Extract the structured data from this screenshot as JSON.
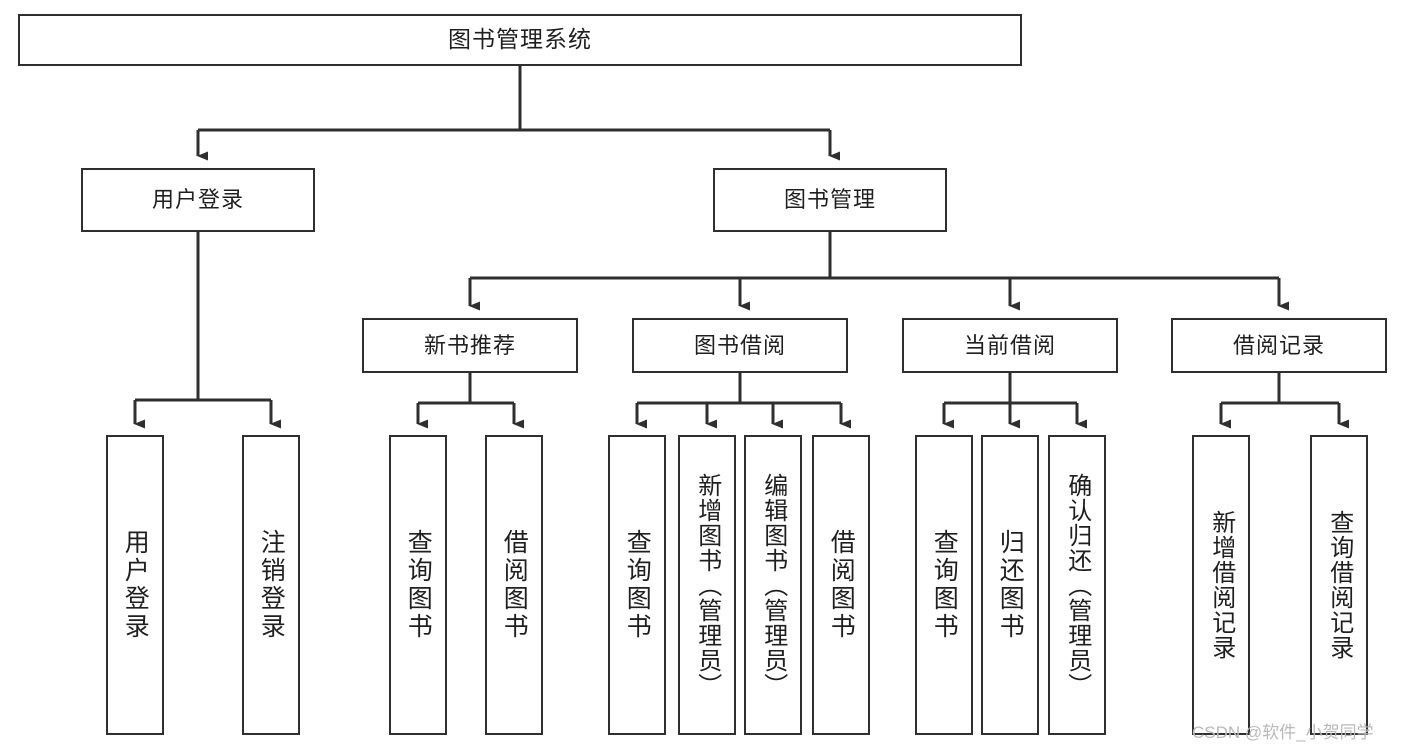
{
  "diagram": {
    "title": "图书管理系统",
    "type": "tree",
    "background_color": "#ffffff",
    "line_color": "#2f2f2f",
    "box_border_color": "#2f2f2f",
    "text_color": "#1f1f1f"
  },
  "root": {
    "label": "图书管理系统"
  },
  "level1": [
    {
      "label": "用户登录"
    },
    {
      "label": "图书管理"
    }
  ],
  "level2": [
    {
      "label": "新书推荐"
    },
    {
      "label": "图书借阅"
    },
    {
      "label": "当前借阅"
    },
    {
      "label": "借阅记录"
    }
  ],
  "leaves": {
    "user_login": [
      {
        "label": "用户登录"
      },
      {
        "label": "注销登录"
      }
    ],
    "new_book_recommend": [
      {
        "label": "查询图书"
      },
      {
        "label": "借阅图书"
      }
    ],
    "book_borrow": [
      {
        "label": "查询图书"
      },
      {
        "label": "新增图书（管理员）"
      },
      {
        "label": "编辑图书（管理员）"
      },
      {
        "label": "借阅图书"
      }
    ],
    "current_borrow": [
      {
        "label": "查询图书"
      },
      {
        "label": "归还图书"
      },
      {
        "label": "确认归还（管理员）"
      }
    ],
    "borrow_record": [
      {
        "label": "新增借阅记录"
      },
      {
        "label": "查询借阅记录"
      }
    ]
  },
  "watermark": {
    "text": "CSDN @软件_小贺同学"
  }
}
